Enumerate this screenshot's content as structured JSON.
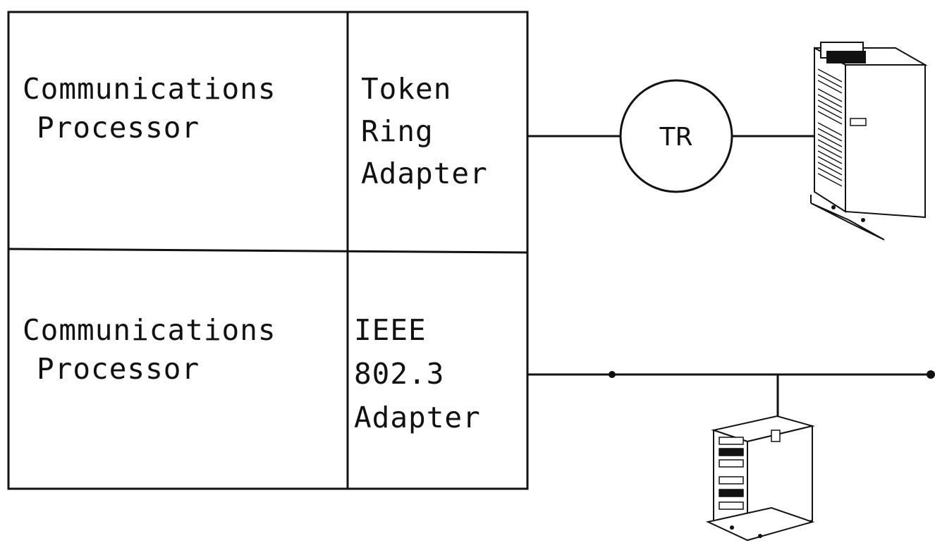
{
  "blocks": {
    "top": {
      "processor_line1": "Communications",
      "processor_line2": "Processor",
      "adapter_line1": "Token",
      "adapter_line2": "Ring",
      "adapter_line3": "Adapter"
    },
    "bottom": {
      "processor_line1": "Communications",
      "processor_line2": "Processor",
      "adapter_line1": "IEEE",
      "adapter_line2": "802.3",
      "adapter_line3": "Adapter"
    }
  },
  "network": {
    "ring_label": "TR"
  },
  "icons": {
    "top_device": "tower-server-icon",
    "bottom_device": "tower-server-icon"
  }
}
